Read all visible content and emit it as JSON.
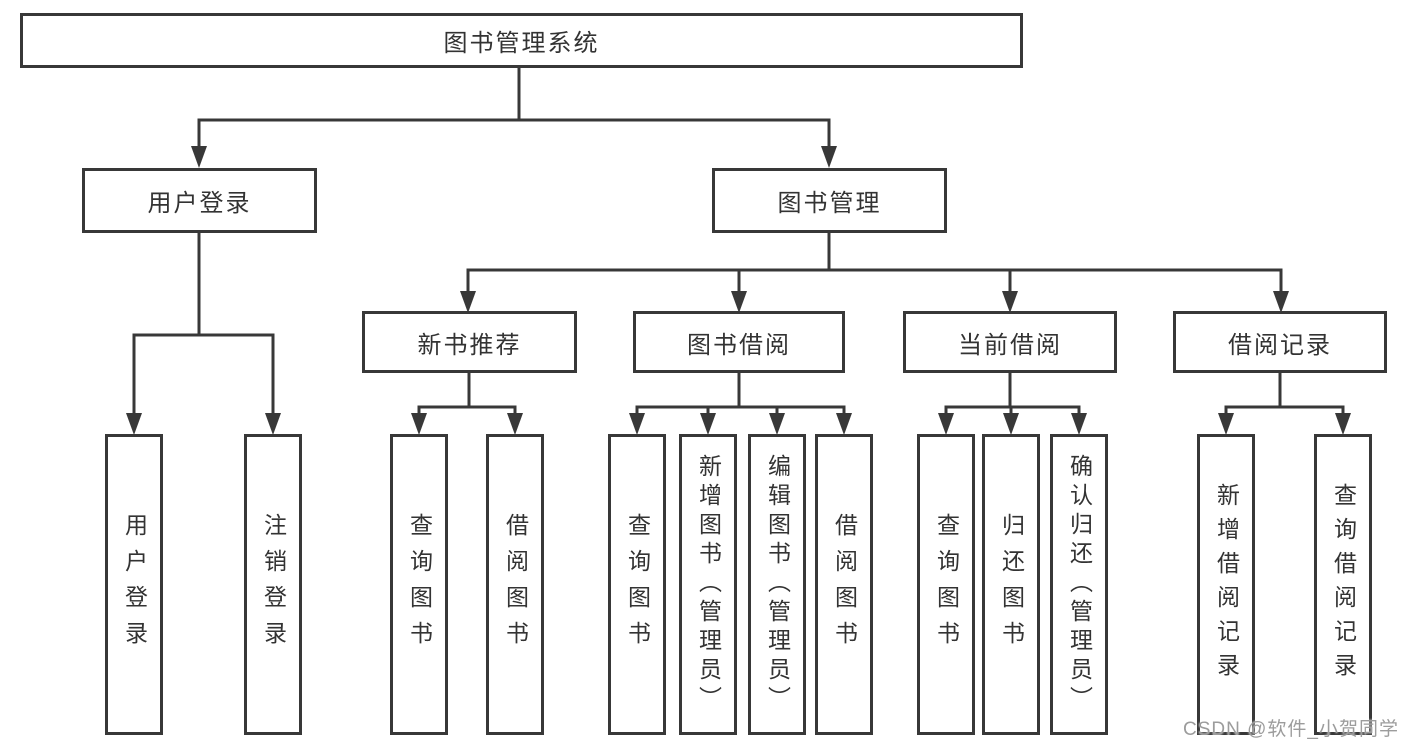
{
  "diagram": {
    "root": {
      "label": "图书管理系统"
    },
    "branches": [
      {
        "label": "用户登录",
        "children": [
          {
            "label": "用户登录"
          },
          {
            "label": "注销登录"
          }
        ]
      },
      {
        "label": "图书管理",
        "children": [
          {
            "label": "新书推荐",
            "children": [
              {
                "label": "查询图书"
              },
              {
                "label": "借阅图书"
              }
            ]
          },
          {
            "label": "图书借阅",
            "children": [
              {
                "label": "查询图书"
              },
              {
                "label": "新增图书（管理员）"
              },
              {
                "label": "编辑图书（管理员）"
              },
              {
                "label": "借阅图书"
              }
            ]
          },
          {
            "label": "当前借阅",
            "children": [
              {
                "label": "查询图书"
              },
              {
                "label": "归还图书"
              },
              {
                "label": "确认归还（管理员）"
              }
            ]
          },
          {
            "label": "借阅记录",
            "children": [
              {
                "label": "新增借阅记录"
              },
              {
                "label": "查询借阅记录"
              }
            ]
          }
        ]
      }
    ],
    "watermark": "CSDN @软件_小贺同学",
    "colors": {
      "line": "#383838",
      "box_border": "#383838",
      "text": "#333333",
      "watermark": "#9c9c9c",
      "background": "#ffffff"
    }
  }
}
